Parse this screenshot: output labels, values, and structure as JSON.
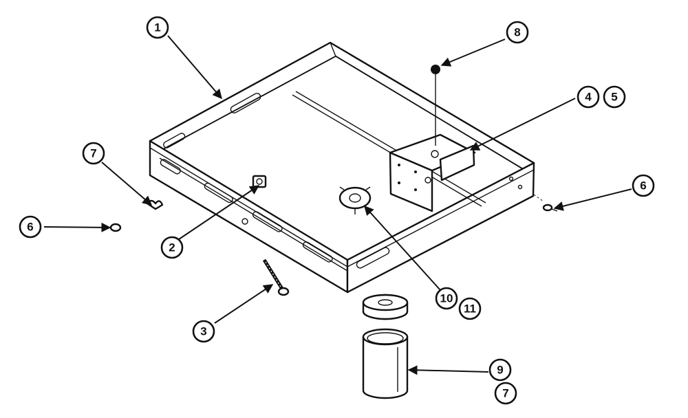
{
  "callouts": {
    "c1": "1",
    "c2": "2",
    "c3": "3",
    "c4": "4",
    "c5": "5",
    "c6a": "6",
    "c6b": "6",
    "c7a": "7",
    "c7b": "7",
    "c8": "8",
    "c9": "9",
    "c10": "10",
    "c11": "11"
  },
  "colors": {
    "ink": "#111111",
    "paper": "#ffffff"
  }
}
